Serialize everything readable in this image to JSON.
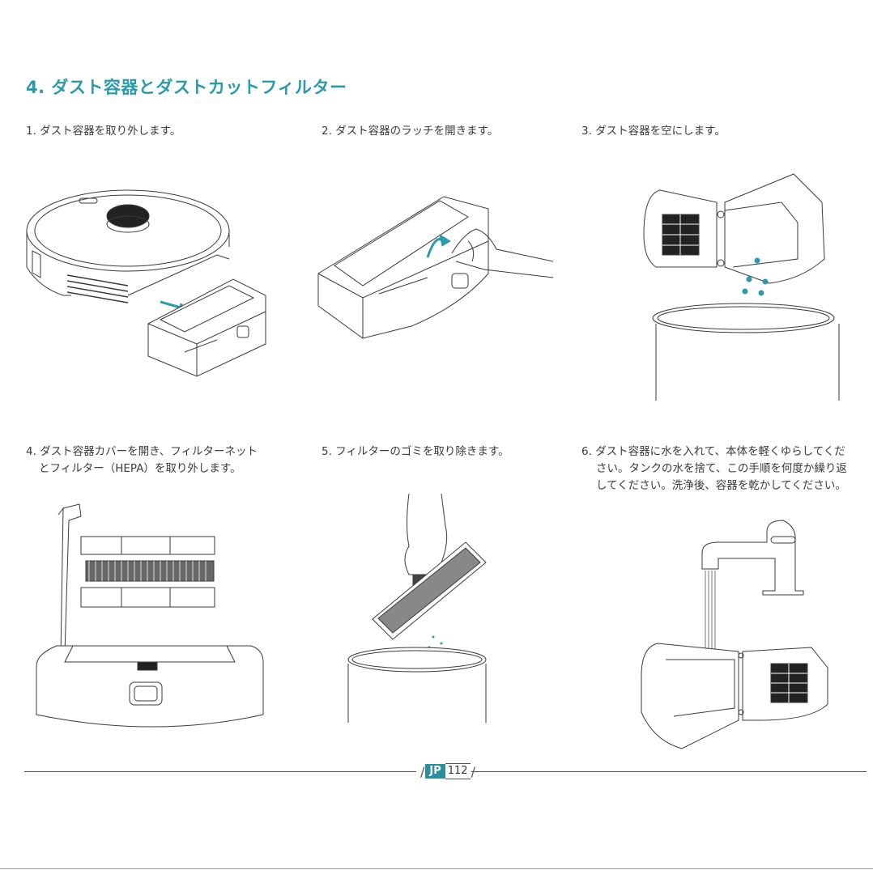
{
  "section_title": "4. ダスト容器とダストカットフィルター",
  "steps": [
    {
      "num": "1.",
      "text": "ダスト容器を取り外します。"
    },
    {
      "num": "2.",
      "text": "ダスト容器のラッチを開きます。"
    },
    {
      "num": "3.",
      "text": "ダスト容器を空にします。"
    },
    {
      "num": "4.",
      "line1": "ダスト容器カバーを開き、フィルターネット",
      "line2": "とフィルター（HEPA）を取り外します。"
    },
    {
      "num": "5.",
      "text": "フィルターのゴミを取り除きます。"
    },
    {
      "num": "6.",
      "line1": "ダスト容器に水を入れて、本体を軽くゆらしてくだ",
      "line2": "さい。タンクの水を捨て、この手順を何度か繰り返",
      "line3": "してください。洗浄後、容器を乾かしてください。"
    }
  ],
  "footer": {
    "lang": "JP",
    "page": "112"
  },
  "colors": {
    "accent": "#2b9aab",
    "badge": "#2b8ea0",
    "line_art": "#3a3a3a"
  }
}
